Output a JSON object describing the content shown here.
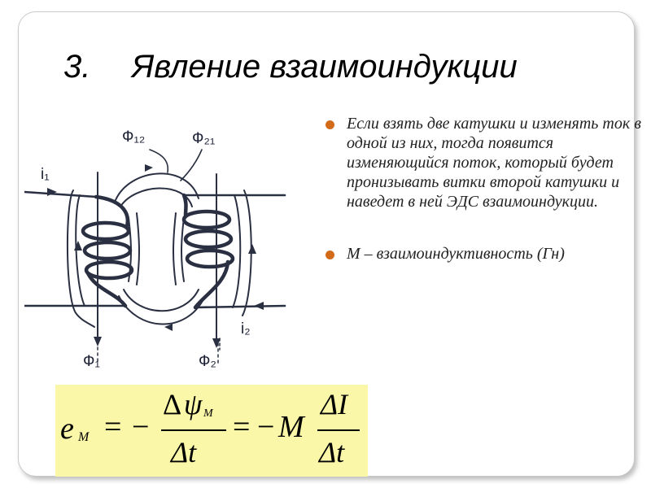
{
  "slide": {
    "title_number": "3.",
    "title_text": "Явление взаимоиндукции"
  },
  "figure": {
    "labels": {
      "phi12": "Ф₁₂",
      "phi21": "Ф₂₁",
      "i1": "i₁",
      "i2": "i₂",
      "phi1": "Ф₁",
      "phi2": "Ф₂"
    }
  },
  "bullets": [
    "Если взять две катушки и изменять ток в одной из них, тогда появится изменяющийся поток, который будет пронизывать витки второй катушки и наведет в ней ЭДС взаимоиндукции.",
    "М – взаимоиндуктивность (Гн)"
  ],
  "formula": {
    "lhs": "e",
    "lhs_sub": "М",
    "eq1": "=",
    "minus1": "−",
    "num1_delta": "Δ",
    "num1_psi": "ψ",
    "num1_sub": "М",
    "den1": "Δt",
    "eq2": "=",
    "minus2": "−",
    "coef": "M",
    "num2": "ΔI",
    "den2": "Δt"
  },
  "colors": {
    "bullet": "#d36a1a",
    "formula_bg": "#fbf7a8",
    "diagram_ink": "#2a3042"
  }
}
